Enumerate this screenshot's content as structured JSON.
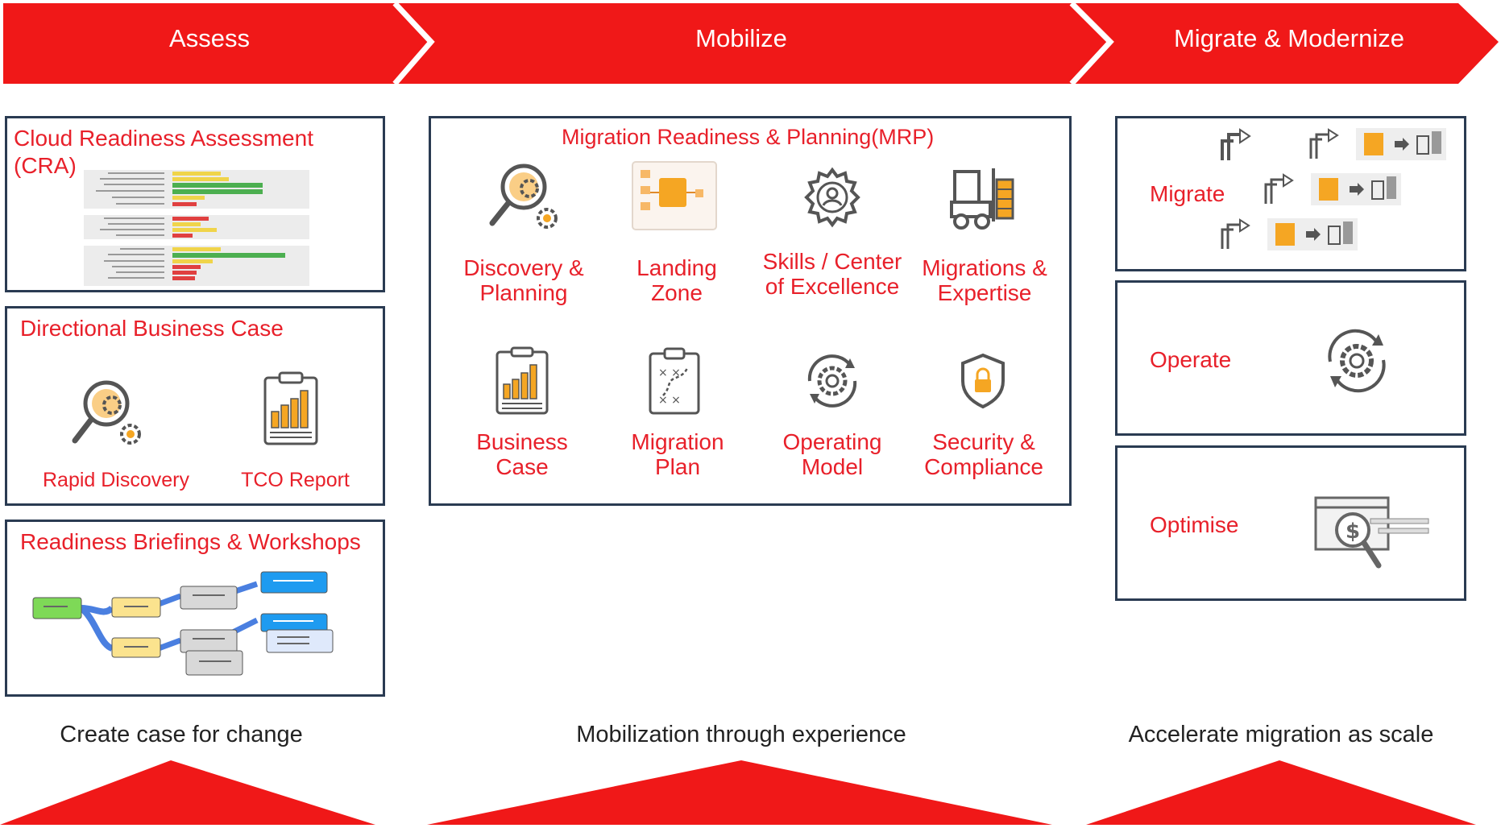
{
  "phases": {
    "assess": "Assess",
    "mobilize": "Mobilize",
    "migrate": "Migrate & Modernize"
  },
  "assess": {
    "cra": {
      "title": "Cloud Readiness Assessment (CRA)"
    },
    "business_case": {
      "title": "Directional Business Case",
      "items": [
        "Rapid Discovery",
        "TCO Report"
      ]
    },
    "briefings": {
      "title": "Readiness Briefings & Workshops"
    }
  },
  "mobilize": {
    "title": "Migration Readiness & Planning(MRP)",
    "items": [
      "Discovery & Planning",
      "Landing Zone",
      "Skills / Center of Excellence",
      "Migrations & Expertise",
      "Business Case",
      "Migration Plan",
      "Operating Model",
      "Security & Compliance"
    ]
  },
  "modernize": {
    "migrate": "Migrate",
    "operate": "Operate",
    "optimise": "Optimise"
  },
  "captions": {
    "assess": "Create case for change",
    "mobilize": "Mobilization through experience",
    "modernize": "Accelerate migration as scale"
  },
  "colors": {
    "accent": "#e8202a",
    "border": "#2a3b52",
    "icon_orange": "#f5a623"
  }
}
